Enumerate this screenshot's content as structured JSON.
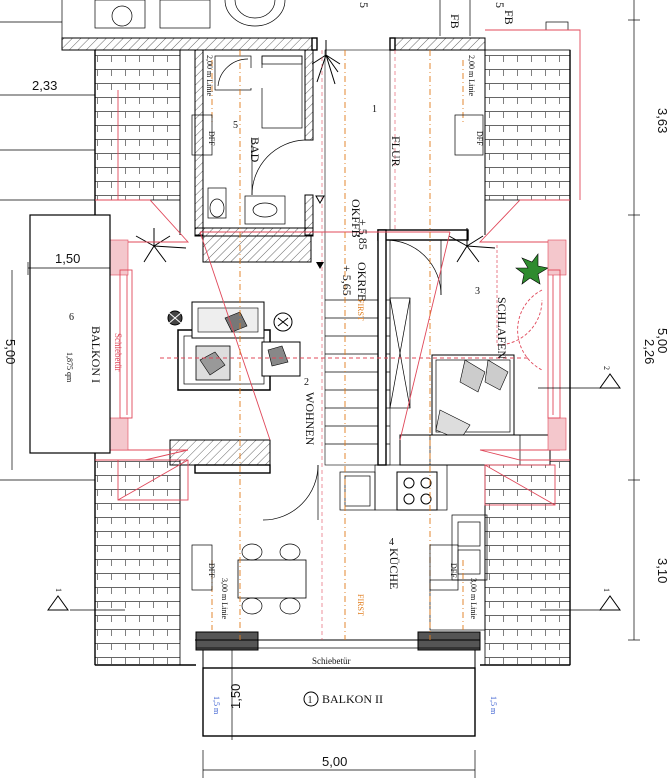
{
  "rooms": {
    "flur": "FLUR",
    "bad": "BAD",
    "schlafen": "SCHLAFEN",
    "wohnen": "WOHNEN",
    "kueche": "KÜCHE",
    "balkon1": "BALKON I",
    "balkon1_area": "1,875 qm",
    "balkon2": "BALKON II"
  },
  "room_numbers": {
    "flur": "1",
    "wohnen": "2",
    "schlafen": "3",
    "kueche": "4",
    "bad": "5",
    "balkon1": "6",
    "balkon2": "1"
  },
  "levels": {
    "okffb_label": "OKFFB",
    "okrfb_label": "OKRFB",
    "okffb_value": "+ 5,85",
    "okrfb_value": "+ 5,65"
  },
  "labels": {
    "first_left": "FIRST",
    "first_right": "FIRST",
    "schiebetuer_top": "Schiebetür",
    "schiebetuer_bottom": "Schiebetür",
    "dff": "DFF",
    "limit_200": "2,00 m Linie",
    "limit_300": "3,00 m Linie",
    "balkon_side": "1,5 m"
  },
  "dimensions": {
    "left_233": "2,33",
    "left_150": "1,50",
    "left_500": "5,00",
    "right_363": "3,63",
    "right_500": "5,00",
    "right_226": "2,26",
    "right_310": "3,10",
    "bottom_150": "1,50",
    "bottom_500": "5,00"
  },
  "section_marks": {
    "right_2": "2",
    "right_1": "1",
    "left_1": "1"
  },
  "top_cut": {
    "fb": "FB",
    "s5": "5",
    "fb2": "FB",
    "n5": "5"
  }
}
